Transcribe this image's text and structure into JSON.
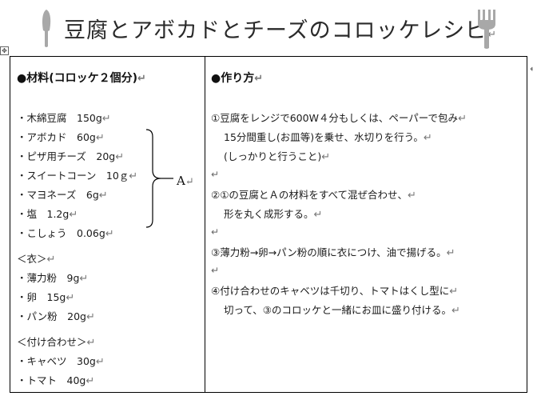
{
  "title": "豆腐とアボカドとチーズのコロッケレシピ",
  "ingredients": {
    "heading": "●材料(コロッケ２個分)",
    "items": [
      "・木綿豆腐　150g",
      "・アボカド　60g",
      "・ピザ用チーズ　20g",
      "・スイートコーン　10ｇ",
      "・マヨネーズ　6g",
      "・塩　1.2g",
      "・こしょう　0.06g"
    ],
    "group_label": "A",
    "coating_heading": "＜衣＞",
    "coating_items": [
      "・薄力粉　9g",
      "・卵　15g",
      "・パン粉　20g"
    ],
    "side_heading": "＜付け合わせ＞",
    "side_items": [
      "・キャベツ　30g",
      "・トマト　40g"
    ]
  },
  "method": {
    "heading": "●作り方",
    "steps": [
      [
        "①豆腐をレンジで600W４分もしくは、ペーパーで包み",
        "15分間重し(お皿等)を乗せ、水切りを行う。",
        "(しっかりと行うこと)"
      ],
      [
        "②①の豆腐とＡの材料をすべて混ぜ合わせ、",
        "形を丸く成形する。"
      ],
      [
        "③薄力粉→卵→パン粉の順に衣につけ、油で揚げる。"
      ],
      [
        "④付け合わせのキャベツは千切り、トマトはくし型に",
        "切って、③のコロッケと一緒にお皿に盛り付ける。"
      ]
    ]
  },
  "icons": {
    "left": "knife-icon",
    "right": "fork-icon",
    "table_anchor": "table-move-handle-icon"
  },
  "colors": {
    "icon": "#a8a8a8",
    "text": "#111111",
    "border": "#000000"
  }
}
